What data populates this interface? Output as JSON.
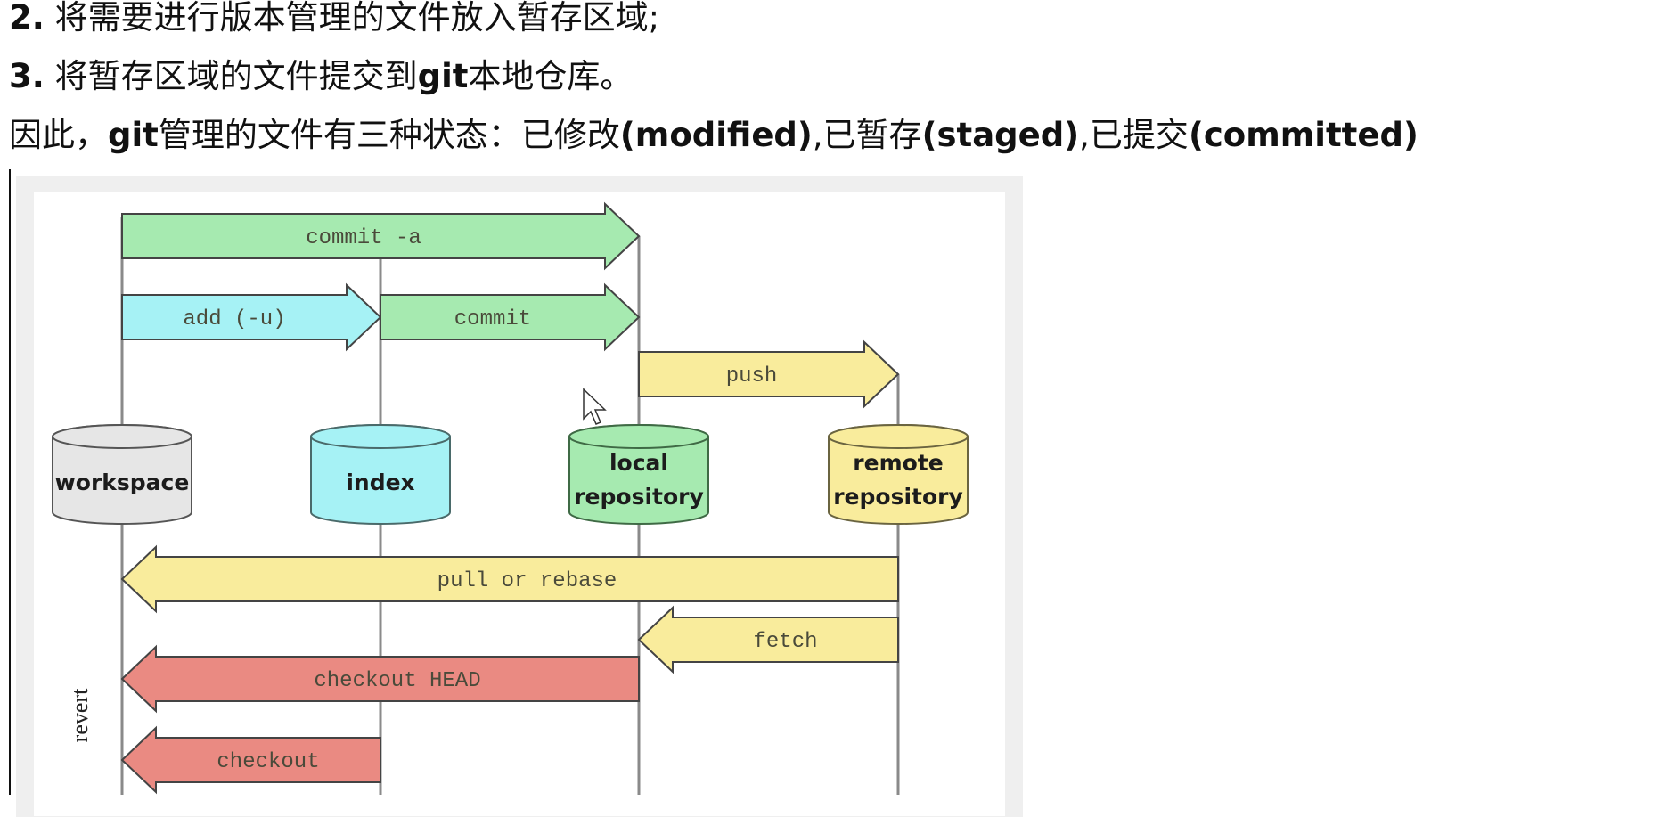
{
  "text": {
    "line1": {
      "num": "2.",
      "body": " 将需要进行版本管理的文件放入暂存区域;"
    },
    "line2": {
      "num": "3.",
      "body_a": " 将暂存区域的文件提交到",
      "git": "git",
      "body_b": "本地仓库。"
    },
    "line3": {
      "prefix": "因此，",
      "git": "git",
      "mid": "管理的文件有三种状态：已修改",
      "modified": "(modified)",
      "sep1": ",已暂存",
      "staged": "(staged)",
      "sep2": ",已提交",
      "committed": "(committed)"
    }
  },
  "diagram": {
    "lanes": [
      {
        "id": "workspace",
        "label_lines": [
          "workspace"
        ],
        "fill": "#e6e6e6",
        "stroke": "#555555"
      },
      {
        "id": "index",
        "label_lines": [
          "index"
        ],
        "fill": "#a6f2f5",
        "stroke": "#4a6a6a"
      },
      {
        "id": "local",
        "label_lines": [
          "local",
          "repository"
        ],
        "fill": "#a6eab0",
        "stroke": "#3f6a45"
      },
      {
        "id": "remote",
        "label_lines": [
          "remote",
          "repository"
        ],
        "fill": "#f9ec9c",
        "stroke": "#6a6440"
      }
    ],
    "arrows": [
      {
        "label": "commit -a",
        "from": 0,
        "to": 2,
        "row": 0,
        "fill": "#a6eab0"
      },
      {
        "label": "add (-u)",
        "from": 0,
        "to": 1,
        "row": 1,
        "fill": "#a6f2f5"
      },
      {
        "label": "commit",
        "from": 1,
        "to": 2,
        "row": 1,
        "fill": "#a6eab0"
      },
      {
        "label": "push",
        "from": 2,
        "to": 3,
        "row": 2,
        "fill": "#f9ec9c"
      },
      {
        "label": "pull or rebase",
        "from": 3,
        "to": 0,
        "row": 3,
        "fill": "#f9ec9c"
      },
      {
        "label": "fetch",
        "from": 3,
        "to": 2,
        "row": 4,
        "fill": "#f9ec9c"
      },
      {
        "label": "checkout HEAD",
        "from": 2,
        "to": 0,
        "row": 5,
        "fill": "#ea8a82"
      },
      {
        "label": "checkout",
        "from": 1,
        "to": 0,
        "row": 6,
        "fill": "#ea8a82"
      }
    ],
    "side_label": "revert"
  }
}
